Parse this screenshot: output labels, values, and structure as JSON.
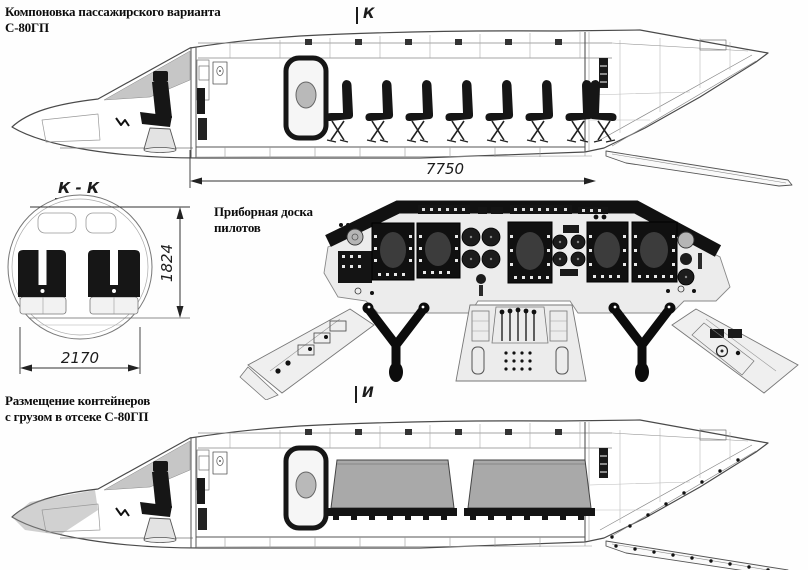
{
  "page": {
    "background": "#fefefe"
  },
  "colors": {
    "line": "#555555",
    "black_fill": "#161616",
    "gray_fill": "#b9b9b9",
    "panel_light": "#ececec"
  },
  "passenger_view": {
    "title_line1": "Компоновка пассажирского варианта",
    "title_line2": "С-80ГП",
    "section_mark": "К",
    "cabin_length_dim": "7750",
    "seat_count": 7,
    "window_count": 6
  },
  "cross_section": {
    "label": "К - К",
    "height_dim": "1824",
    "width_dim": "2170"
  },
  "instrument_panel": {
    "label_line1": "Приборная доска",
    "label_line2": "пилотов"
  },
  "cargo_view": {
    "title_line1": "Размещение контейнеров",
    "title_line2": "с грузом в отсеке С-80ГП",
    "section_mark": "И",
    "container_count": 2
  }
}
